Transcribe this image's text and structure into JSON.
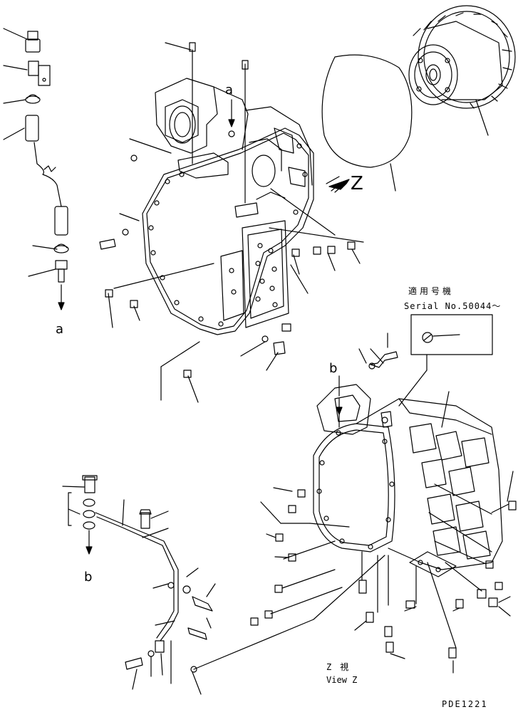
{
  "callouts": {
    "a_upper": "a",
    "a_lower": "a",
    "b_upper": "b",
    "b_lower": "b",
    "view_direction": "Z"
  },
  "serial_note": {
    "japanese": "適用号機",
    "english": "Serial No.50044～"
  },
  "view_caption": {
    "japanese": "Z　視",
    "english": "View Z"
  },
  "drawing_code": "PDE1221"
}
